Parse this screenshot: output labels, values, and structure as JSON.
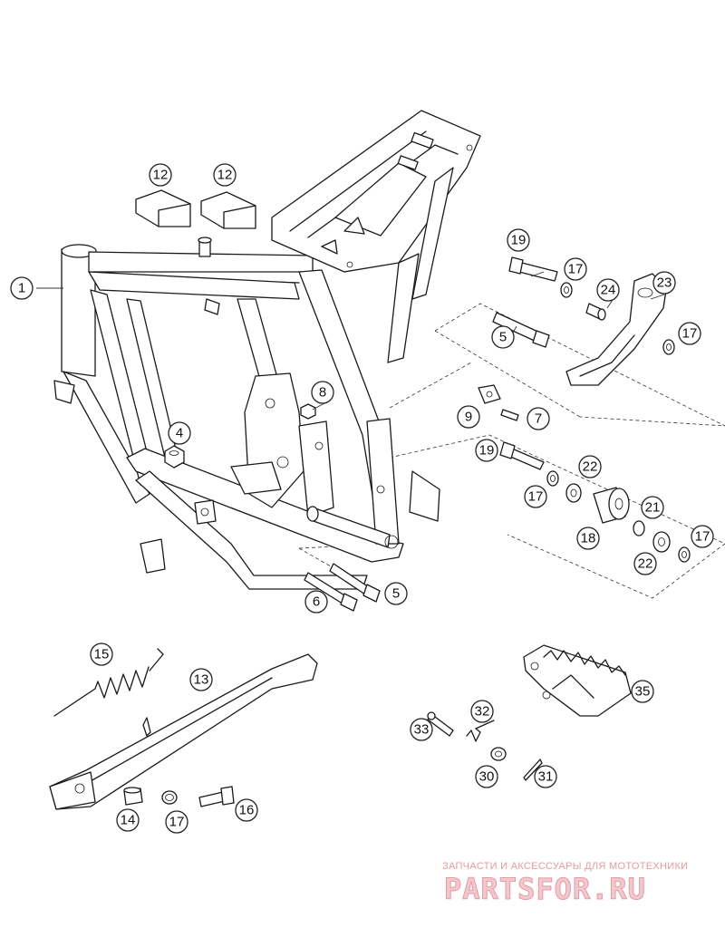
{
  "diagram": {
    "callouts": [
      "1",
      "4",
      "5",
      "5",
      "6",
      "7",
      "8",
      "9",
      "12",
      "12",
      "13",
      "14",
      "15",
      "16",
      "17",
      "17",
      "17",
      "17",
      "17",
      "18",
      "19",
      "19",
      "21",
      "22",
      "22",
      "23",
      "24",
      "30",
      "31",
      "32",
      "33",
      "35"
    ]
  },
  "watermark": {
    "caption": "ЗАПЧАСТИ И АКСЕССУАРЫ ДЛЯ МОТОТЕХНИКИ",
    "logo": "PARTSFOR.RU",
    "color": "#e89aa3"
  }
}
